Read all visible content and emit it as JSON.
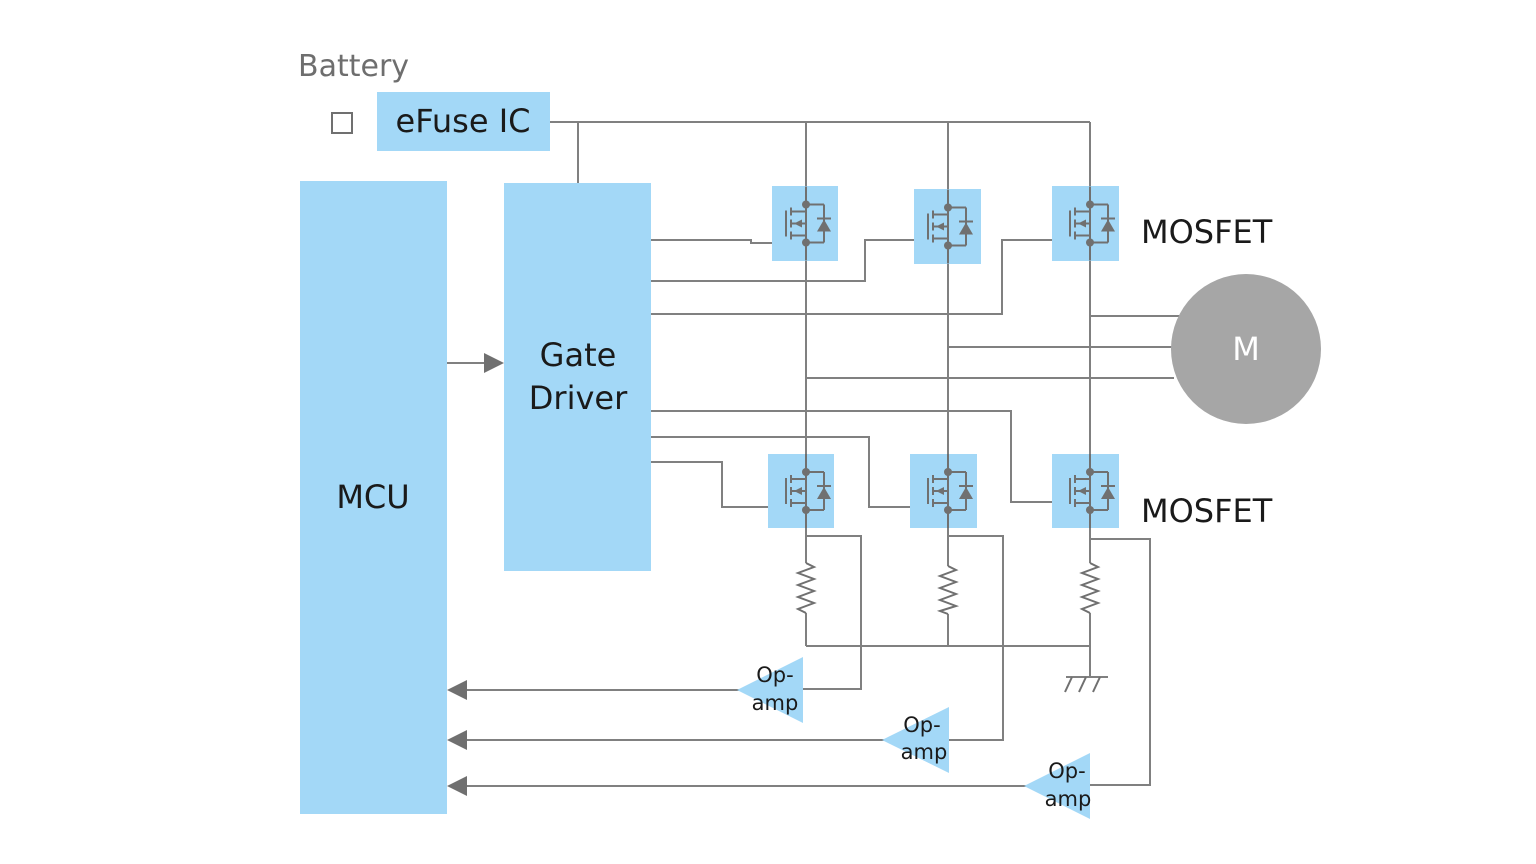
{
  "labels": {
    "battery": "Battery",
    "efuse": "eFuse IC",
    "mcu": "MCU",
    "gate_driver_line1": "Gate",
    "gate_driver_line2": "Driver",
    "mosfet_high": "MOSFET",
    "mosfet_low": "MOSFET",
    "motor": "M",
    "opamp1_line1": "Op-",
    "opamp1_line2": "amp",
    "opamp2_line1": "Op-",
    "opamp2_line2": "amp",
    "opamp3_line1": "Op-",
    "opamp3_line2": "amp"
  },
  "colors": {
    "block_fill": "#a3d8f7",
    "wire": "#808080",
    "motor_fill": "#a6a6a6",
    "symbol": "#707070"
  }
}
